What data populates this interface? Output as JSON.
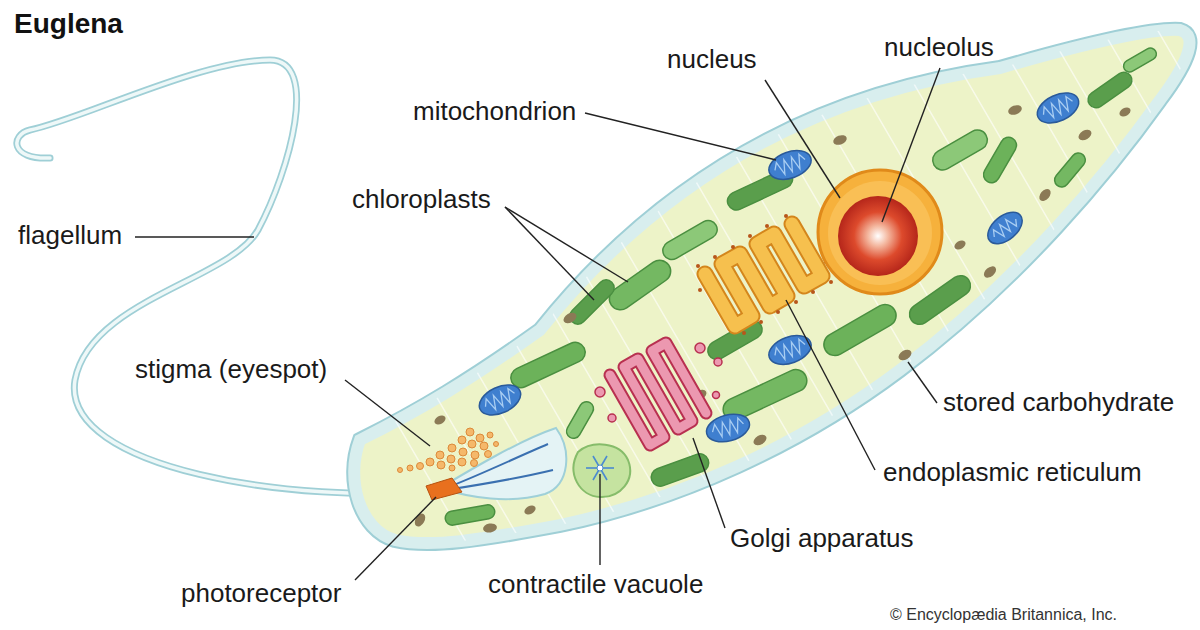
{
  "diagram": {
    "title": "Euglena",
    "labels": [
      "nucleus",
      "nucleolus",
      "mitochondrion",
      "chloroplasts",
      "flagellum",
      "stigma (eyespot)",
      "stored carbohydrate",
      "endoplasmic reticulum",
      "Golgi apparatus",
      "contractile vacuole",
      "photoreceptor",
      "© Encyclopædia Britannica, Inc."
    ]
  }
}
